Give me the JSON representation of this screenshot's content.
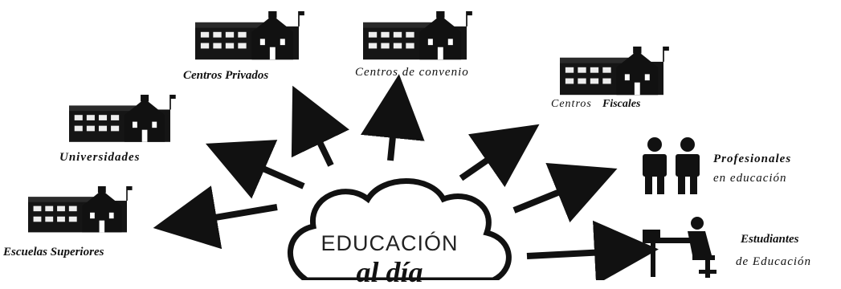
{
  "diagram": {
    "center": {
      "line1": "EDUCACIÓN",
      "line2": "al día"
    },
    "nodes": {
      "escuelas_superiores": "Escuelas Superiores",
      "universidades": "Universidades",
      "centros_privados": "Centros Privados",
      "centros_convenio": "Centros de convenio",
      "centros_fiscales_a": "Centros",
      "centros_fiscales_b": "Fiscales",
      "profesionales_1": "Profesionales",
      "profesionales_2": "en educación",
      "estudiantes_1": "Estudiantes",
      "estudiantes_2": "de Educación"
    },
    "icons": [
      "school-building-icon",
      "people-icon",
      "student-desk-icon"
    ]
  }
}
